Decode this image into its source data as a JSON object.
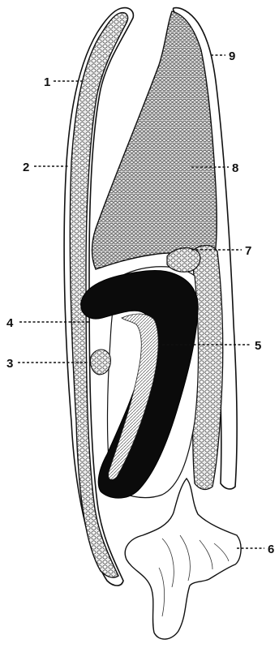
{
  "figure": {
    "colors": {
      "ink": "#111111",
      "paper": "#ffffff",
      "tissue_fill": "#e9e9e9",
      "cell_stroke": "#444444",
      "band_fill": "#0b0b0b"
    },
    "labels": [
      {
        "id": "1",
        "text": "1"
      },
      {
        "id": "2",
        "text": "2"
      },
      {
        "id": "3",
        "text": "3"
      },
      {
        "id": "4",
        "text": "4"
      },
      {
        "id": "5",
        "text": "5"
      },
      {
        "id": "6",
        "text": "6"
      },
      {
        "id": "7",
        "text": "7"
      },
      {
        "id": "8",
        "text": "8"
      },
      {
        "id": "9",
        "text": "9"
      }
    ]
  }
}
